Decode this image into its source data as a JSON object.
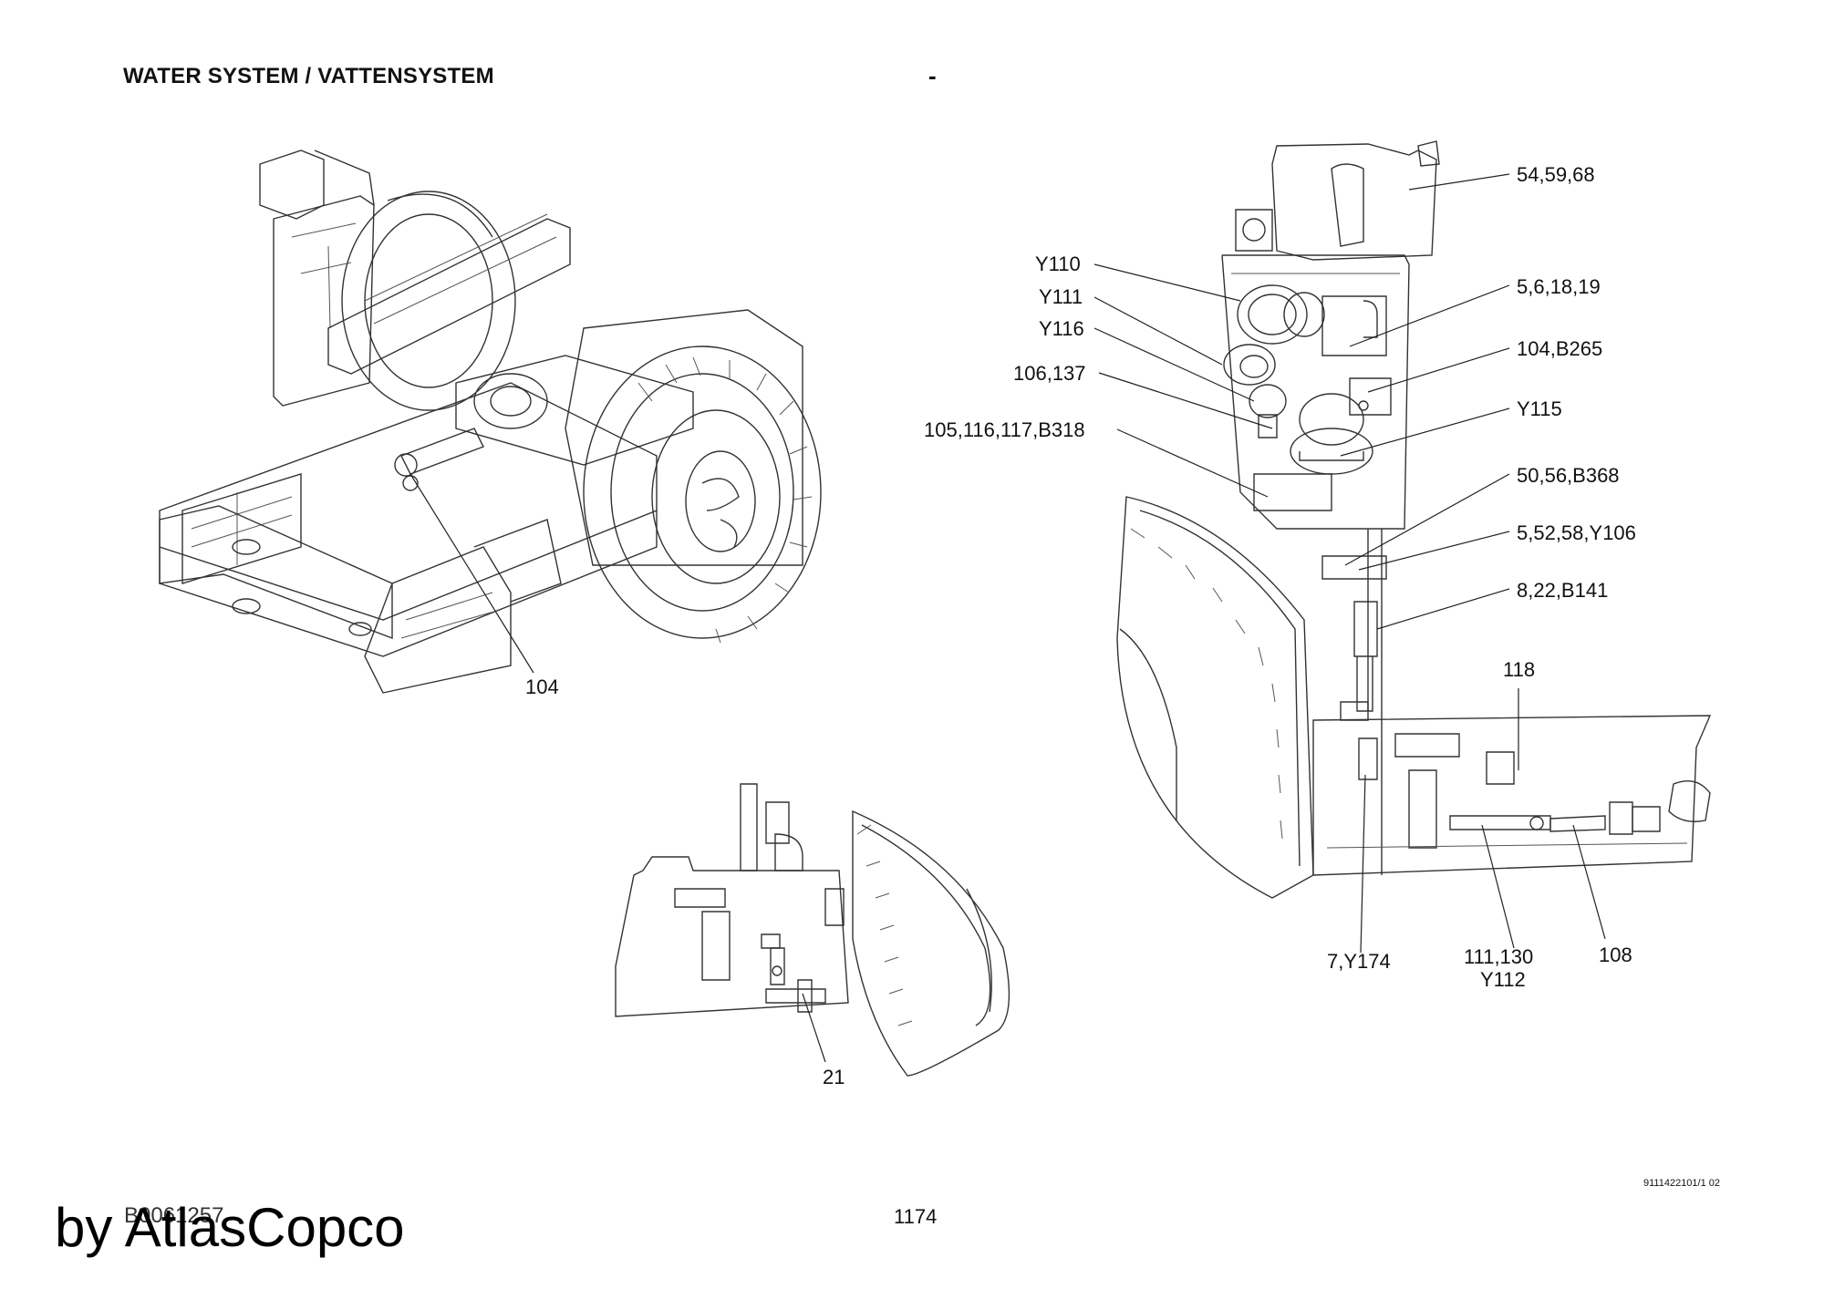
{
  "header": {
    "title": "WATER SYSTEM / VATTENSYSTEM",
    "dash": "-"
  },
  "callouts": [
    "54,59,68",
    "Y110",
    "5,6,18,19",
    "Y111",
    "Y116",
    "104,B265",
    "106,137",
    "Y115",
    "105,116,117,B318",
    "50,56,B368",
    "5,52,58,Y106",
    "8,22,B141",
    "118",
    "7,Y174",
    "111,130",
    "Y112",
    "108",
    "104",
    "21"
  ],
  "footer": {
    "drawing_code": "B0061257",
    "page_number": "1174",
    "doc_ref": "9111422101/1 02",
    "watermark": "by AtlasCopco"
  }
}
